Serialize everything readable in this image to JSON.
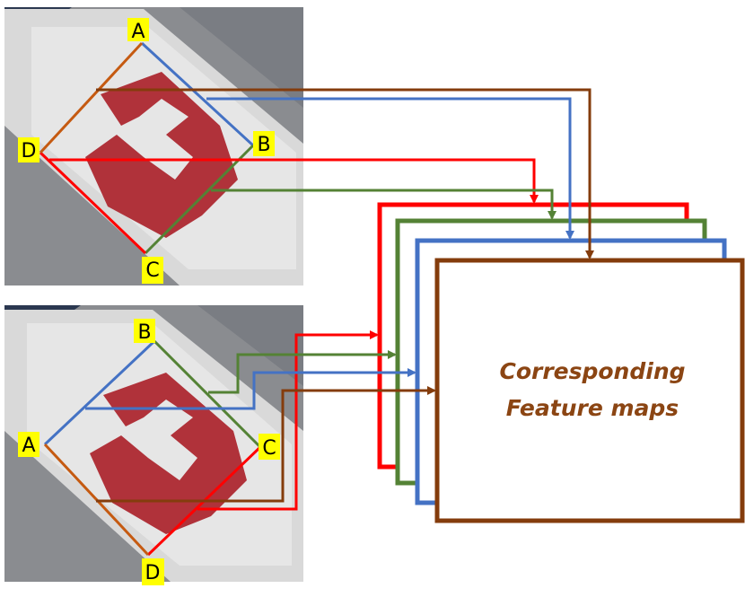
{
  "top_patch": {
    "labels": {
      "top": "A",
      "right": "B",
      "bottom": "C",
      "left": "D"
    }
  },
  "bottom_patch": {
    "labels": {
      "top": "B",
      "right": "C",
      "bottom": "D",
      "left": "A"
    }
  },
  "feature_maps": {
    "caption_line1": "Corresponding",
    "caption_line2": "Feature maps"
  },
  "colors": {
    "red": "#ff0000",
    "green": "#548235",
    "blue": "#4472c4",
    "brown": "#843c0c",
    "orange": "#c55a11",
    "label_bg": "#ffff00",
    "sign_red": "#b0323a",
    "sign_white": "#e2e2e2"
  }
}
